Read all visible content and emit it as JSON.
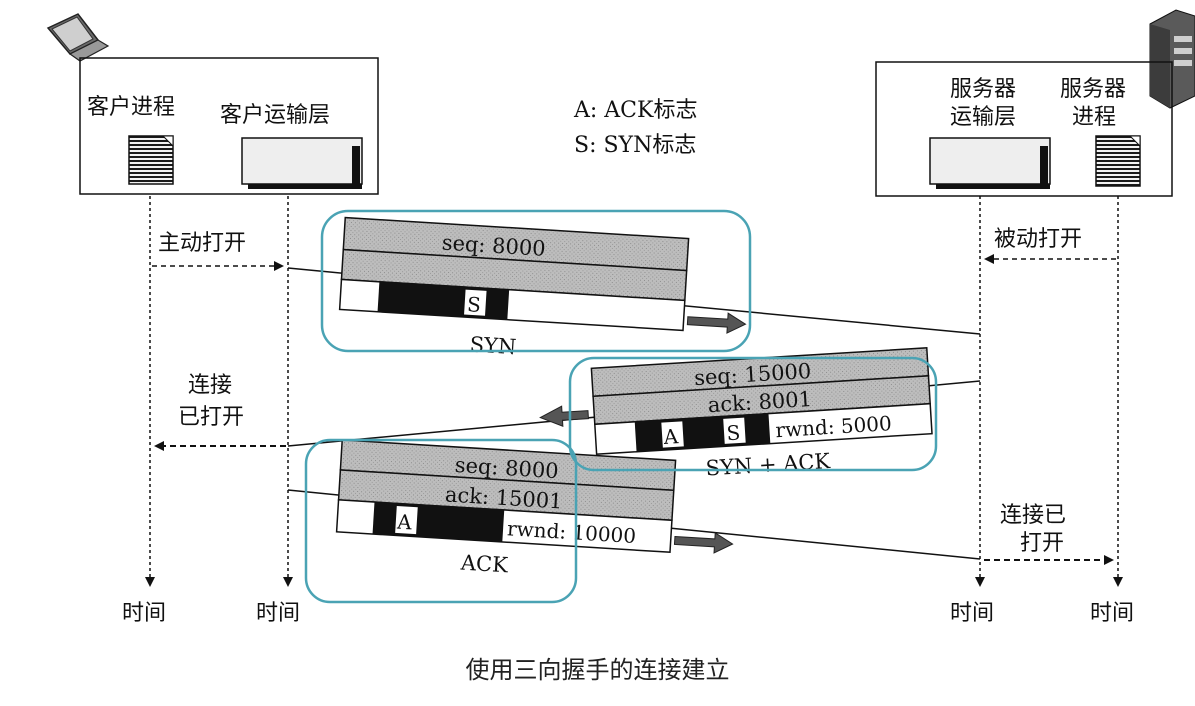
{
  "legend": {
    "ack": "A: ACK标志",
    "syn": "S: SYN标志"
  },
  "client": {
    "process_label": "客户进程",
    "transport_label": "客户运输层"
  },
  "server": {
    "transport_label_line1": "服务器",
    "transport_label_line2": "运输层",
    "process_label_line1": "服务器",
    "process_label_line2": "进程"
  },
  "events": {
    "active_open": "主动打开",
    "passive_open": "被动打开",
    "client_open_line1": "连接",
    "client_open_line2": "已打开",
    "server_open_line1": "连接已",
    "server_open_line2": "打开"
  },
  "segments": {
    "syn": {
      "seq": "seq: 8000",
      "flag_s": "S",
      "name": "SYN"
    },
    "synack": {
      "seq": "seq: 15000",
      "ack": "ack: 8001",
      "flag_a": "A",
      "flag_s": "S",
      "rwnd": "rwnd: 5000",
      "name": "SYN + ACK"
    },
    "ack": {
      "seq": "seq: 8000",
      "ack": "ack: 15001",
      "flag_a": "A",
      "rwnd": "rwnd: 10000",
      "name": "ACK"
    }
  },
  "time_labels": [
    "时间",
    "时间",
    "时间",
    "时间"
  ],
  "caption": "使用三向握手的连接建立",
  "colors": {
    "highlight": "#4aa3b4",
    "header_gray": "#b9b9b9",
    "ink": "#111111"
  }
}
